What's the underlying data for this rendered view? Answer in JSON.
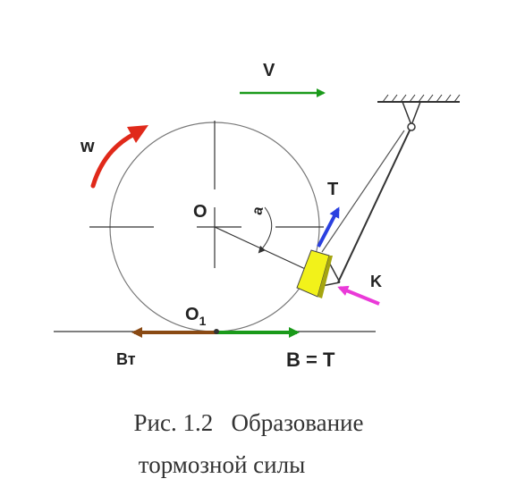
{
  "labels": {
    "velocity": "V",
    "omega": "w",
    "center": "O",
    "angle": "a",
    "force_t": "T",
    "point_k": "K",
    "contact_base": "O",
    "contact_sub": "1",
    "force_bt": "Вт",
    "force_b": "В = Т"
  },
  "caption": {
    "line1": "Рис. 1.2   Образование",
    "line2": "тормозной силы"
  },
  "colors": {
    "velocity_arrow": "#1a9a1a",
    "omega_arrow": "#e0291a",
    "force_t_arrow": "#2a40e0",
    "force_k_arrow": "#ea3ad8",
    "force_bt_arrow": "#8a4a14",
    "force_b_arrow": "#1a9a1a",
    "brake_shoe": "#f2f21a"
  }
}
